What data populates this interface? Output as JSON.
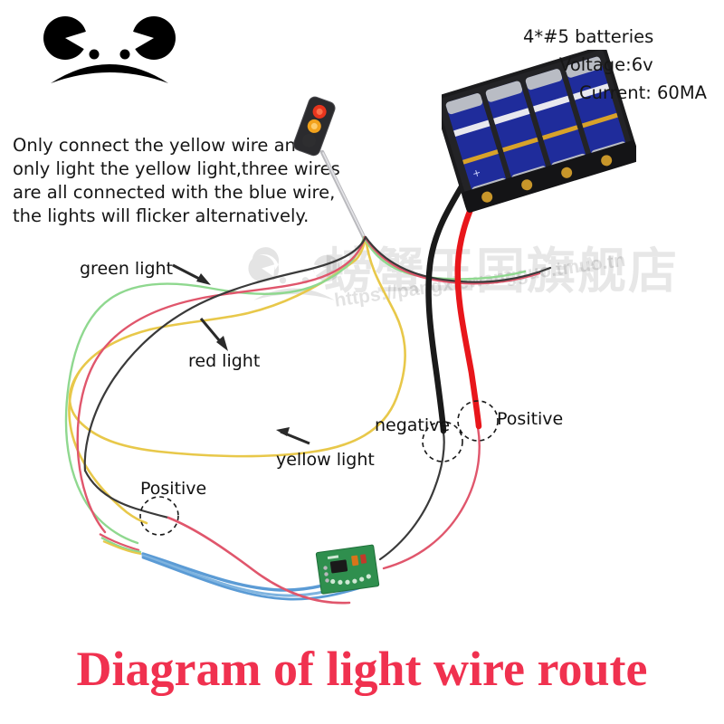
{
  "title": "Diagram of light wire route",
  "title_color": "#f0314f",
  "instructions": "Only connect the yellow wire and\nonly light the yellow light,three wires\n are all connected with the blue wire,\nthe lights will flicker alternatively.",
  "battery": {
    "count_label": "4*#5 batteries",
    "voltage_label": "Voltage:6v",
    "current_label": "Current: 60MA",
    "cell_count": 4,
    "cell_color": "#1f2c9b",
    "holder_color": "#1b1b1d",
    "contact_color": "#c8962a"
  },
  "traffic_light": {
    "lamps": [
      {
        "name": "red-lamp",
        "color": "#e8351d",
        "lit": true
      },
      {
        "name": "yellow-lamp",
        "color": "#f2a21c",
        "lit": true
      },
      {
        "name": "green-lamp",
        "color": "#2a2a2a",
        "lit": false
      }
    ],
    "pole_color": "#b9b9bd"
  },
  "pcb": {
    "board_color": "#2f8f4e",
    "ic_color": "#1a1a1a",
    "cap_color": "#d9741a",
    "pad_color": "#cfe8d4"
  },
  "wire_colors": {
    "black": "#3a3a3a",
    "red": "#e0566c",
    "green": "#8fd88f",
    "yellow": "#e8c84a",
    "blue": "#5b9bd5",
    "battery_red": "#e8161b",
    "battery_black": "#1a1a1a"
  },
  "callouts": [
    {
      "name": "green-light",
      "label": "green light"
    },
    {
      "name": "red-light",
      "label": "red light"
    },
    {
      "name": "yellow-light",
      "label": "yellow light"
    },
    {
      "name": "positive-left",
      "label": "Positive"
    },
    {
      "name": "negative",
      "label": "negative"
    },
    {
      "name": "positive-right",
      "label": "Positive"
    }
  ],
  "watermark": {
    "cn_text": "螃蟹王国旗舰店",
    "url": "https://pangxiewangguo.tmuo.tn"
  }
}
